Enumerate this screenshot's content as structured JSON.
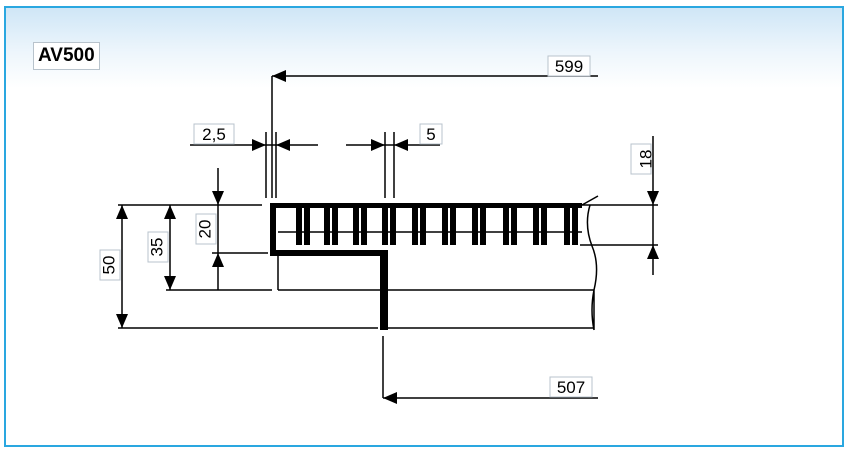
{
  "model": "AV500",
  "colors": {
    "frame_border": "#2aa7e0",
    "line": "#000000"
  },
  "dimensions": {
    "total_length": "599",
    "partial_length": "507",
    "wall_thickness": "2,5",
    "slot_width": "5",
    "slot_depth": "18",
    "top_height": "20",
    "mid_height": "35",
    "total_height": "50"
  }
}
